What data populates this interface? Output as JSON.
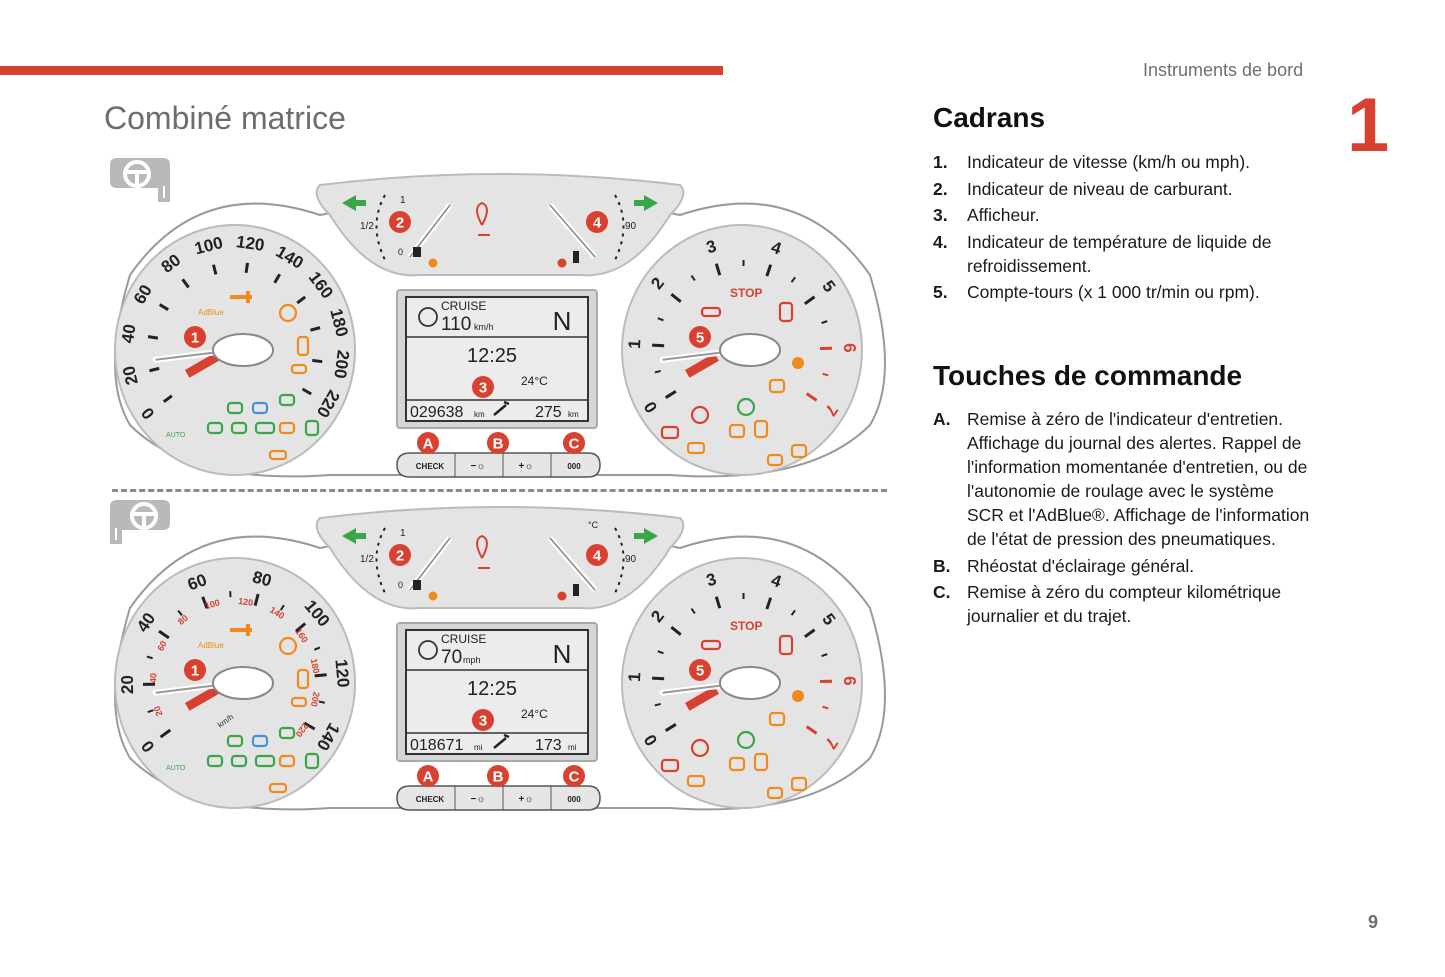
{
  "header": {
    "section": "Instruments de bord",
    "chapter": "1",
    "page": "9"
  },
  "title": "Combiné matrice",
  "cadrans": {
    "heading": "Cadrans",
    "items": [
      {
        "n": "1.",
        "text": "Indicateur de vitesse (km/h ou mph)."
      },
      {
        "n": "2.",
        "text": "Indicateur de niveau de carburant."
      },
      {
        "n": "3.",
        "text": "Afficheur."
      },
      {
        "n": "4.",
        "text": "Indicateur de température de liquide de refroidissement."
      },
      {
        "n": "5.",
        "text": "Compte-tours (x 1 000 tr/min ou rpm)."
      }
    ]
  },
  "touches": {
    "heading": "Touches de commande",
    "items": [
      {
        "n": "A.",
        "text": "Remise à zéro de l'indicateur d'entretien. Affichage du journal des alertes. Rappel de l'information momentanée d'entretien, ou de l'autonomie de roulage avec le système SCR et l'AdBlue®. Affichage de l'information de l'état de pression des pneumatiques."
      },
      {
        "n": "B.",
        "text": "Rhéostat d'éclairage général."
      },
      {
        "n": "C.",
        "text": "Remise à zéro du compteur kilométrique journalier et du trajet."
      }
    ]
  },
  "shared": {
    "tach_labels": [
      "0",
      "1",
      "2",
      "3",
      "4",
      "5",
      "6",
      "7"
    ],
    "fuel_labels": {
      "full": "1",
      "half": "1/2",
      "empty": "0"
    },
    "temp_label": "90",
    "stop": "STOP",
    "adblue": "AdBlue",
    "auto": "AUTO",
    "markers": [
      "1",
      "2",
      "3",
      "4",
      "5",
      "A",
      "B",
      "C"
    ],
    "buttons": [
      "CHECK",
      "−☼",
      "+☼",
      "000"
    ],
    "colors": {
      "red": "#d8412f",
      "green": "#3aa64a",
      "orange": "#f08a1c",
      "face": "#e4e4e4"
    }
  },
  "clusters": [
    {
      "speed_labels": [
        "0",
        "20",
        "40",
        "60",
        "80",
        "100",
        "120",
        "140",
        "160",
        "180",
        "200",
        "220"
      ],
      "speed_inner_labels": [],
      "inner_unit": "",
      "temp_unit": "",
      "display": {
        "cruise": "CRUISE",
        "speed": "110",
        "unit": "km/h",
        "gear": "N",
        "time": "12:25",
        "temp": "24°C",
        "odo": "029638",
        "odo_unit": "km",
        "range": "275",
        "range_unit": "km"
      }
    },
    {
      "speed_labels": [
        "0",
        "20",
        "40",
        "60",
        "80",
        "100",
        "120",
        "140"
      ],
      "speed_inner_labels": [
        "20",
        "40",
        "60",
        "80",
        "100",
        "120",
        "140",
        "160",
        "180",
        "200",
        "220"
      ],
      "inner_unit": "km/h",
      "temp_unit": "°C",
      "display": {
        "cruise": "CRUISE",
        "speed": "70",
        "unit": "mph",
        "gear": "N",
        "time": "12:25",
        "temp": "24°C",
        "odo": "018671",
        "odo_unit": "mi",
        "range": "173",
        "range_unit": "mi"
      }
    }
  ]
}
